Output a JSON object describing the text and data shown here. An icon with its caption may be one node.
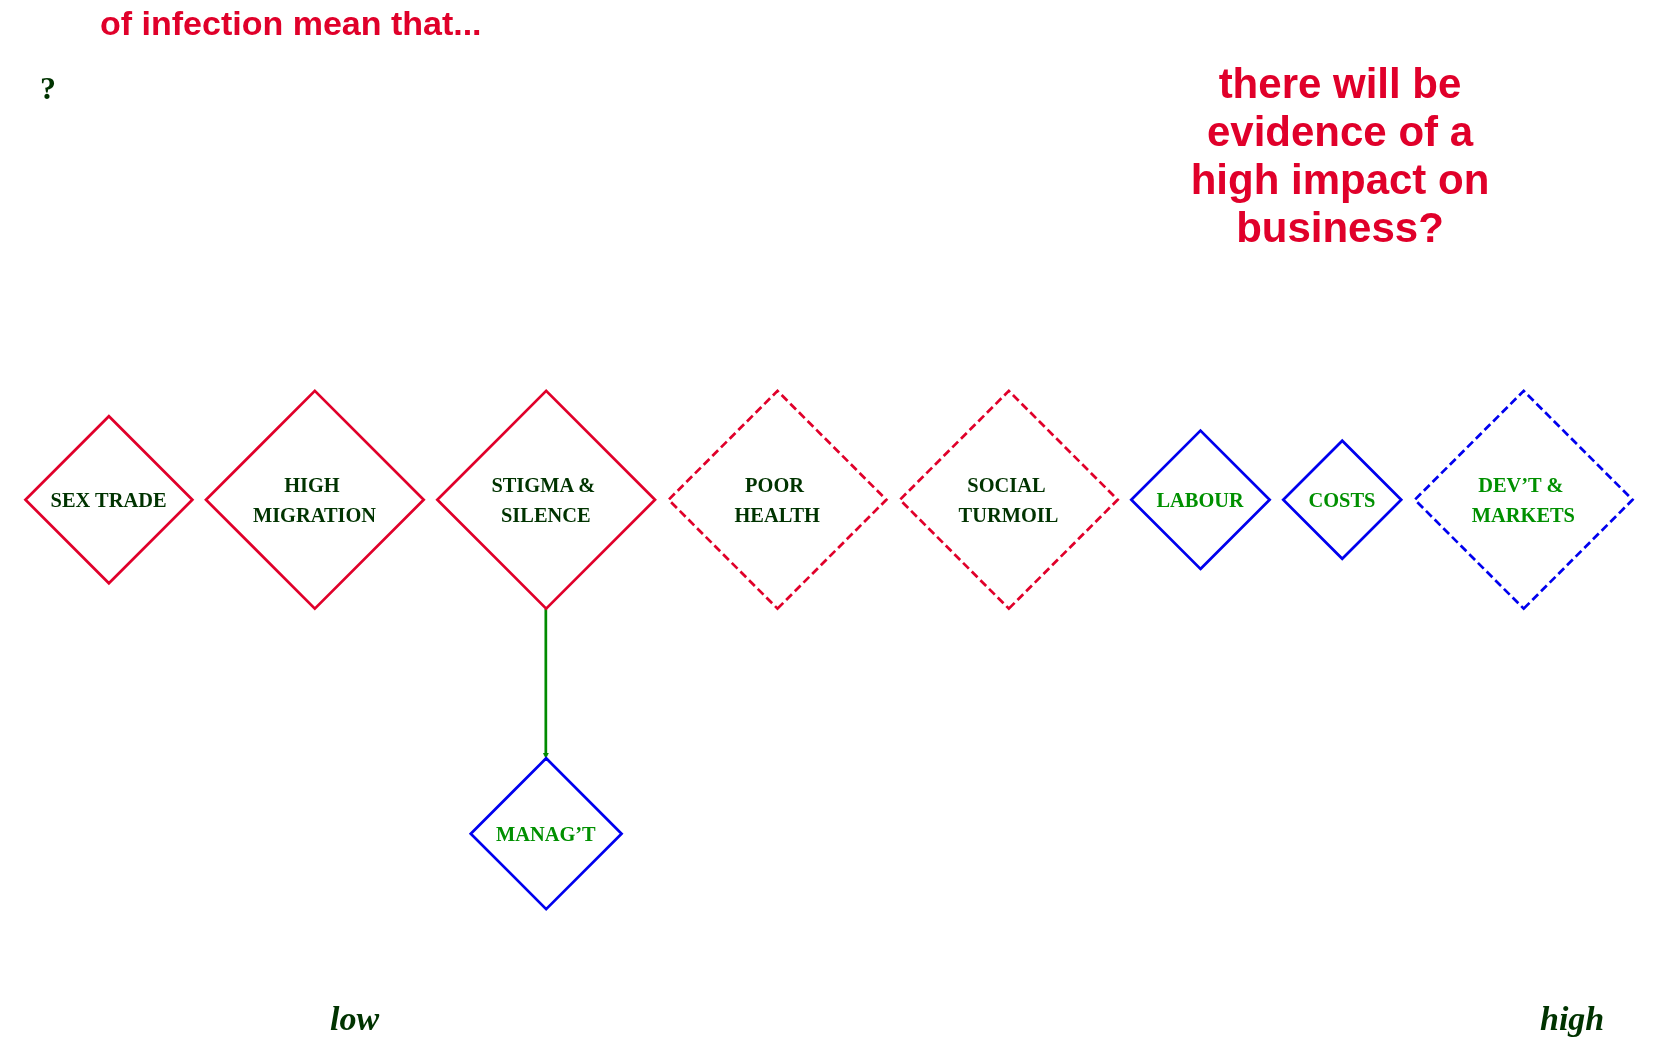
{
  "diagram": {
    "nodes": [
      {
        "text": [
          "SEX TRADE"
        ]
      },
      {
        "text": [
          "HIGH MIGRATION"
        ]
      },
      {
        "text": [
          "STIGMA & SILENCE"
        ]
      },
      {
        "text": [
          "POOR HEALTH"
        ]
      },
      {
        "text": [
          "SOCIAL TURMOIL"
        ]
      },
      {
        "text": [
          "LABOUR"
        ]
      },
      {
        "text": [
          "COSTS"
        ]
      },
      {
        "text": [
          "DEV’T & MARKETS"
        ]
      },
      {
        "text": [
          "MANAG’T"
        ]
      }
    ],
    "edges": [
      {
        "from": 2,
        "to": 8,
        "arrow": "to"
      }
    ],
    "labels": [
      "of infection mean that...",
      "?",
      "there will be evidence of a high impact on business?",
      "low",
      "high"
    ]
  }
}
